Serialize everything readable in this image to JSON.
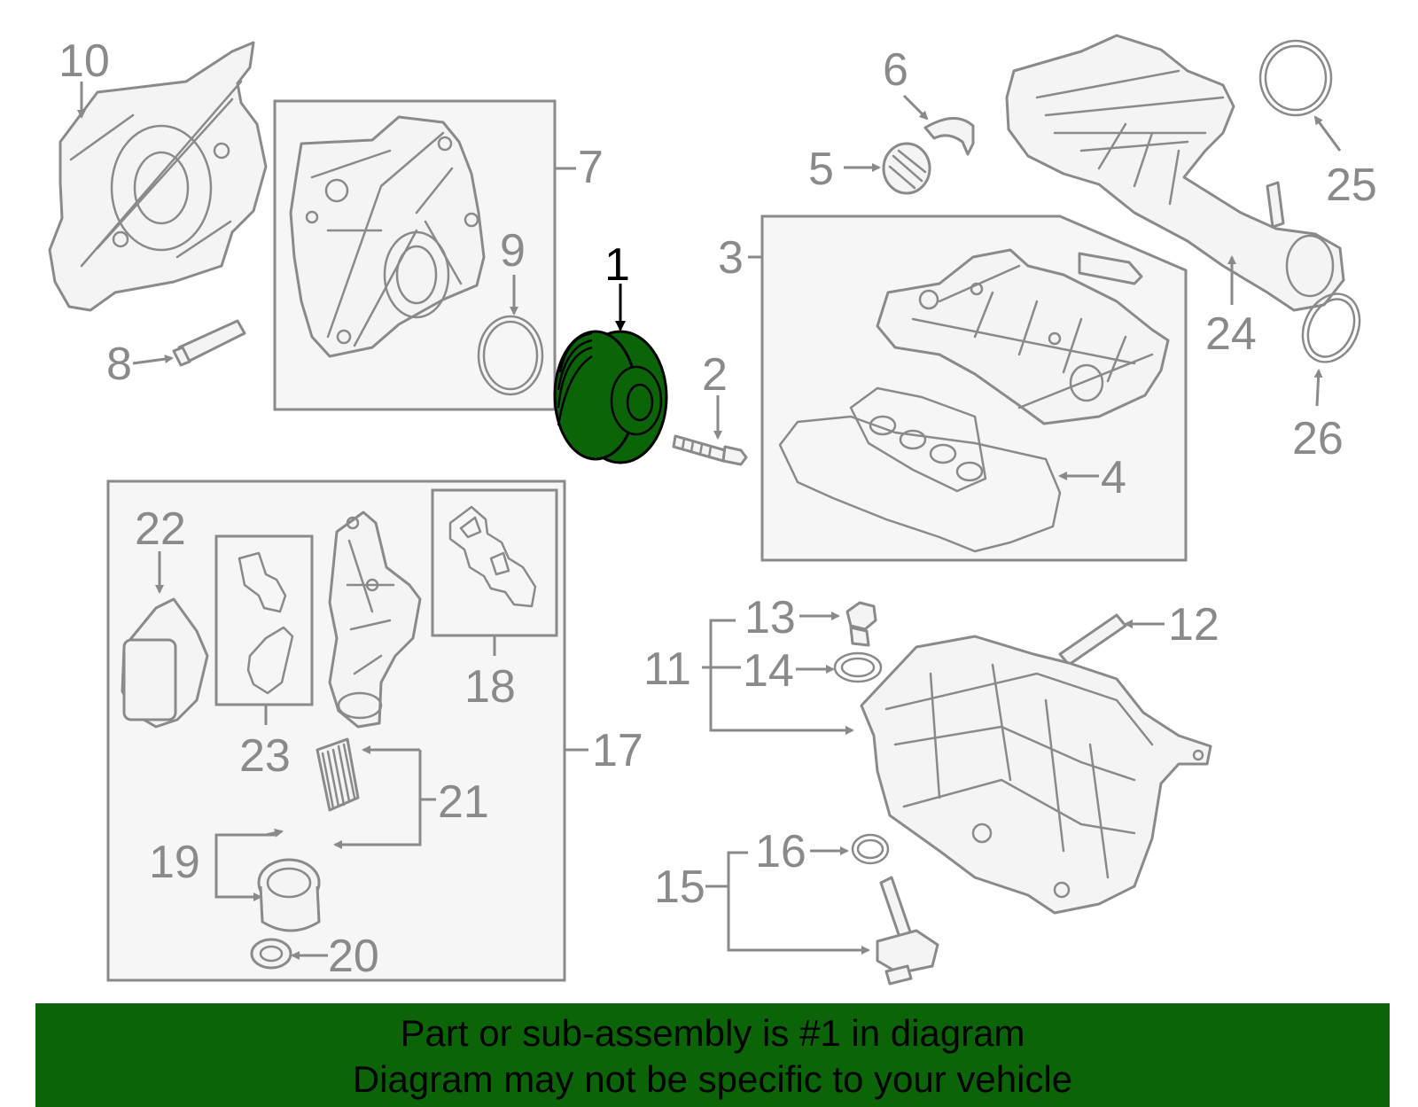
{
  "callouts": {
    "c1": "1",
    "c2": "2",
    "c3": "3",
    "c4": "4",
    "c5": "5",
    "c6": "6",
    "c7": "7",
    "c8": "8",
    "c9": "9",
    "c10": "10",
    "c11": "11",
    "c12": "12",
    "c13": "13",
    "c14": "14",
    "c15": "15",
    "c16": "16",
    "c17": "17",
    "c18": "18",
    "c19": "19",
    "c20": "20",
    "c21": "21",
    "c22": "22",
    "c23": "23",
    "c24": "24",
    "c25": "25",
    "c26": "26"
  },
  "highlight": {
    "part": "1",
    "color": "#0c6409"
  },
  "banner": {
    "line1": "Part or sub-assembly is #1 in diagram",
    "line2": "Diagram may not be specific to your vehicle",
    "background": "#0c6409"
  }
}
